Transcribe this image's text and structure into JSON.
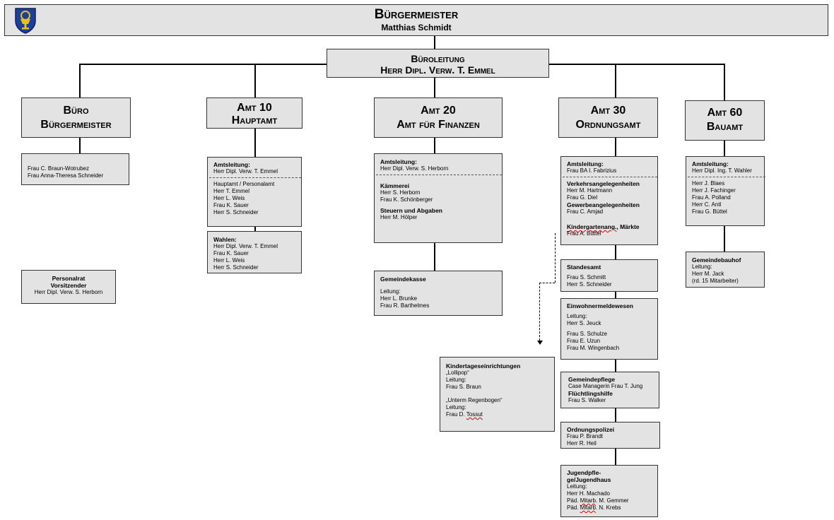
{
  "header": {
    "title": "Bürgermeister",
    "name": "Matthias Schmidt"
  },
  "bueroleitung": {
    "title": "Büroleitung",
    "name": "Herr Dipl. Verw. T. Emmel"
  },
  "buero_bgm": {
    "title_1": "Büro",
    "title_2": "Bürgermeister",
    "staff": [
      "Frau C. Braun-Wotrubez",
      "Frau Anna-Theresa Schneider"
    ]
  },
  "personalrat": {
    "line1": "Personalrat",
    "line2": "Vorsitzender",
    "line3": "Herr Dipl. Verw. S. Herborn"
  },
  "amt10": {
    "title_1": "Amt 10",
    "title_2": "Hauptamt",
    "leitung_label": "Amtsleitung:",
    "leitung_name": "Herr Dipl. Verw. T. Emmel",
    "section": "Hauptamt / Personalamt",
    "staff": [
      "Herr T. Emmel",
      "Herr L. Weis",
      "Frau K. Sauer",
      "Herr S. Schneider"
    ],
    "wahlen_label": "Wahlen:",
    "wahlen_staff": [
      "Herr Dipl. Verw. T. Emmel",
      "Frau K. Sauer",
      "Herr L. Weis",
      "Herr S. Schneider"
    ]
  },
  "amt20": {
    "title_1": "Amt 20",
    "title_2": "Amt für Finanzen",
    "leitung_label": "Amtsleitung:",
    "leitung_name": "Herr Dipl. Verw. S. Herborn",
    "kaemmerei": "Kämmerei",
    "kaemmerei_staff": [
      "Herr S. Herborn",
      "Frau K. Schönberger"
    ],
    "steuern": "Steuern und Abgaben",
    "steuern_staff": [
      "Herr M. Hölper"
    ],
    "kasse_title": "Gemeindekasse",
    "kasse_leitung": "Leitung:",
    "kasse_staff": [
      "Herr L. Brunke",
      "Frau R. Barthelmes"
    ]
  },
  "amt30": {
    "title_1": "Amt 30",
    "title_2": "Ordnungsamt",
    "leitung_label": "Amtsleitung:",
    "leitung_name": "Frau BA I. Fabrizius",
    "verkehr": "Verkehrsangelegenheiten",
    "verkehr_staff": [
      "Herr M. Hartmann",
      "Frau G. Diel"
    ],
    "gewerbe": "Gewerbeangelegenheiten",
    "gewerbe_staff": [
      "Frau C. Amjad"
    ],
    "kiga_a": "Kindergartenang.",
    "kiga_b": ", Märkte",
    "kiga_staff": "Frau A. Büttel",
    "standesamt_title": "Standesamt",
    "standesamt_staff": [
      "Frau S. Schmitt",
      "Herr S. Schneider"
    ],
    "einwohner_title": "Einwohnermeldewesen",
    "einwohner_leitung": "Leitung:",
    "einwohner_leiter": "Herr S. Jeuck",
    "einwohner_staff": [
      "Frau S. Schulze",
      "Frau E. Uzun",
      "Frau M. Wingenbach"
    ],
    "pflege_title": "Gemeindepflege",
    "pflege_staff": "Case Managerin Frau T. Jung",
    "fluecht_title": "Flüchtlingshilfe",
    "fluecht_staff": "Frau S. Walker",
    "polizei_title": "Ordnungspolizei",
    "polizei_staff": [
      "Frau P. Brandt",
      "Herr R. Heil"
    ],
    "jugend_title_1": "Jugendpfle-",
    "jugend_title_2": "ge/Jugendhaus",
    "jugend_leitung": "Leitung:",
    "jugend_leiter": "Herr H. Machado",
    "jugend_staff_1_pre": "Päd. ",
    "jugend_staff_1_err": "Mitarb",
    "jugend_staff_1_post": ". M. Gemmer",
    "jugend_staff_2_pre": "Päd. ",
    "jugend_staff_2_err": "Mitarb",
    "jugend_staff_2_post": ". N. Krebs"
  },
  "kita": {
    "title": "Kindertageseinrichtungen",
    "lollipop": "„Lollipop“",
    "leitung_1": "Leitung:",
    "leiter_1": "Frau S. Braun",
    "regenbogen": "„Unterm Regenbogen“",
    "leitung_2": "Leitung:",
    "leiter_2_pre": "Frau D. ",
    "leiter_2_err": "Tossut"
  },
  "amt60": {
    "title_1": "Amt 60",
    "title_2": "Bauamt",
    "leitung_label": "Amtsleitung:",
    "leitung_name": "Herr Dipl. Ing. T. Wahler",
    "staff": [
      "Herr J. Blaes",
      "Herr J. Fachinger",
      "Frau A. Polland",
      "Herr C. Antl",
      "Frau G. Büttel"
    ],
    "bauhof_title": "Gemeindebauhof",
    "bauhof_leitung": "Leitung:",
    "bauhof_leiter": "Herr M. Jack",
    "bauhof_note": "(rd. 15 Mitarbeiter)"
  },
  "colors": {
    "box_fill": "#e3e3e3",
    "crest_blue": "#1c3f9a",
    "crest_gold": "#e6c21a"
  }
}
